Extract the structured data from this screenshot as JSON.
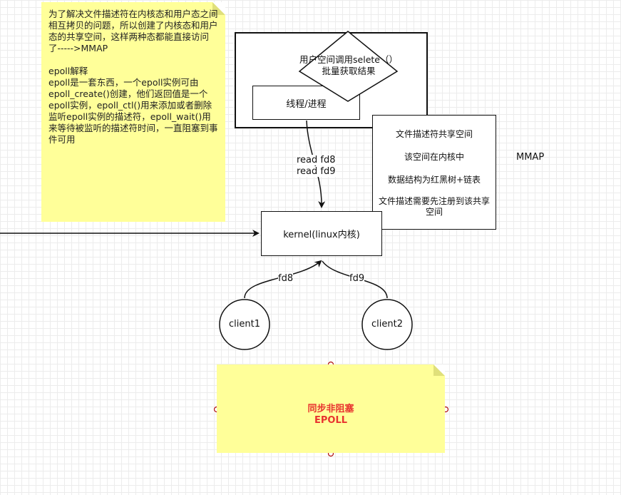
{
  "notes": {
    "epoll_text": "为了解决文件描述符在内核态和用户态之间相互拷贝的问题，所以创建了内核态和用户态的共享空间，这样两种态都能直接访问了----->MMAP\n\nepoll解释\nepoll是一套东西，一个epoll实例可由epoll_create()创建，他们返回值是一个epoll实例，epoll_ctl()用来添加或者删除监听epoll实例的描述符，epoll_wait()用来等待被监听的描述符时间，一直阻塞到事件可用",
    "sync_line1": "同步非阻塞",
    "sync_line2": "EPOLL"
  },
  "user_space": {
    "decision": "用户空间调用selete（）批量获取结果",
    "process": "线程/进程"
  },
  "edges": {
    "read_fd8": "read fd8",
    "read_fd9": "read fd9",
    "fd8": "fd8",
    "fd9": "fd9"
  },
  "kernel": {
    "label": "kernel(linux内核)"
  },
  "shared_space": {
    "line1": "文件描述符共享空间",
    "line2": "该空间在内核中",
    "line3": "数据结构为红黑树+链表",
    "line4": "文件描述需要先注册到该共享空间"
  },
  "mmap_label": "MMAP",
  "clients": {
    "client1": "client1",
    "client2": "client2"
  },
  "colors": {
    "note": "#ffff99",
    "sync_text": "#e8332f",
    "stroke": "#111111"
  }
}
